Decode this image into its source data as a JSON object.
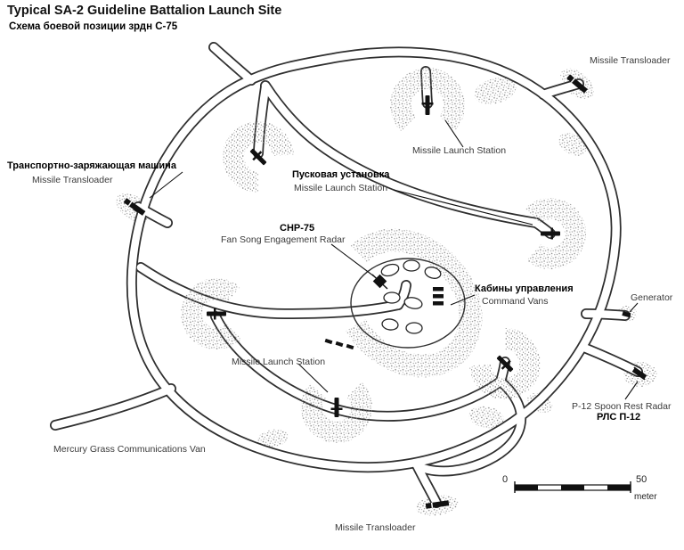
{
  "header": {
    "title": "Typical SA-2 Guideline Battalion Launch Site",
    "subtitle_ru": "Схема боевой позиции зрдн С-75"
  },
  "labels": {
    "transloader_top_right": "Missile Transloader",
    "launch_station_top": "Missile Launch Station",
    "transloader_left_ru": "Транспортно-заряжающая машина",
    "transloader_left_en": "Missile Transloader",
    "launch_station_mid_ru": "Пусковая установка",
    "launch_station_mid_en": "Missile Launch Station",
    "fan_song_ru": "СНР-75",
    "fan_song_en": "Fan Song Engagement Radar",
    "command_vans_ru": "Кабины управления",
    "command_vans_en": "Command Vans",
    "generator": "Generator",
    "launch_station_lower": "Missile Launch Station",
    "p12_en": "P-12 Spoon Rest Radar",
    "p12_ru": "РЛС П-12",
    "mercury_grass": "Mercury Grass Communications Van",
    "transloader_bottom": "Missile Transloader"
  },
  "scale": {
    "zero": "0",
    "fifty": "50",
    "unit": "meter"
  },
  "colors": {
    "ink": "#111111",
    "road": "#2f2f2f",
    "stipple": "#8a8a8a",
    "text_muted": "#3a3a3a"
  }
}
